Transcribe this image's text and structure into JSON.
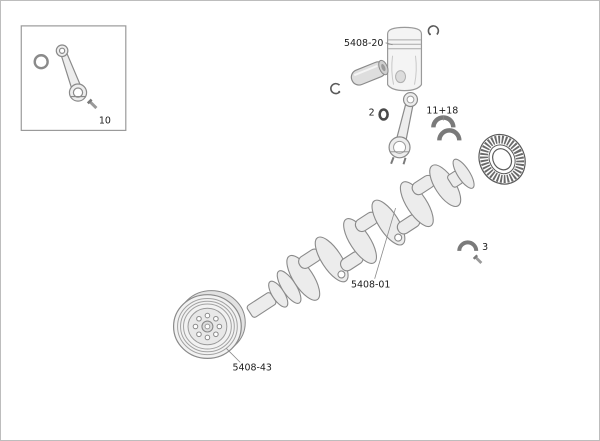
{
  "canvas": {
    "background": "#ffffff",
    "line_color": "#8a8a8a",
    "text_color": "#1c1c1c"
  },
  "labels": {
    "inset_rod": "10",
    "piston": "5408-20",
    "rod_seal": "2",
    "bearing_set": "11+18",
    "crankshaft": "5408-01",
    "main_bearing": "3",
    "pulley": "5408-43"
  }
}
